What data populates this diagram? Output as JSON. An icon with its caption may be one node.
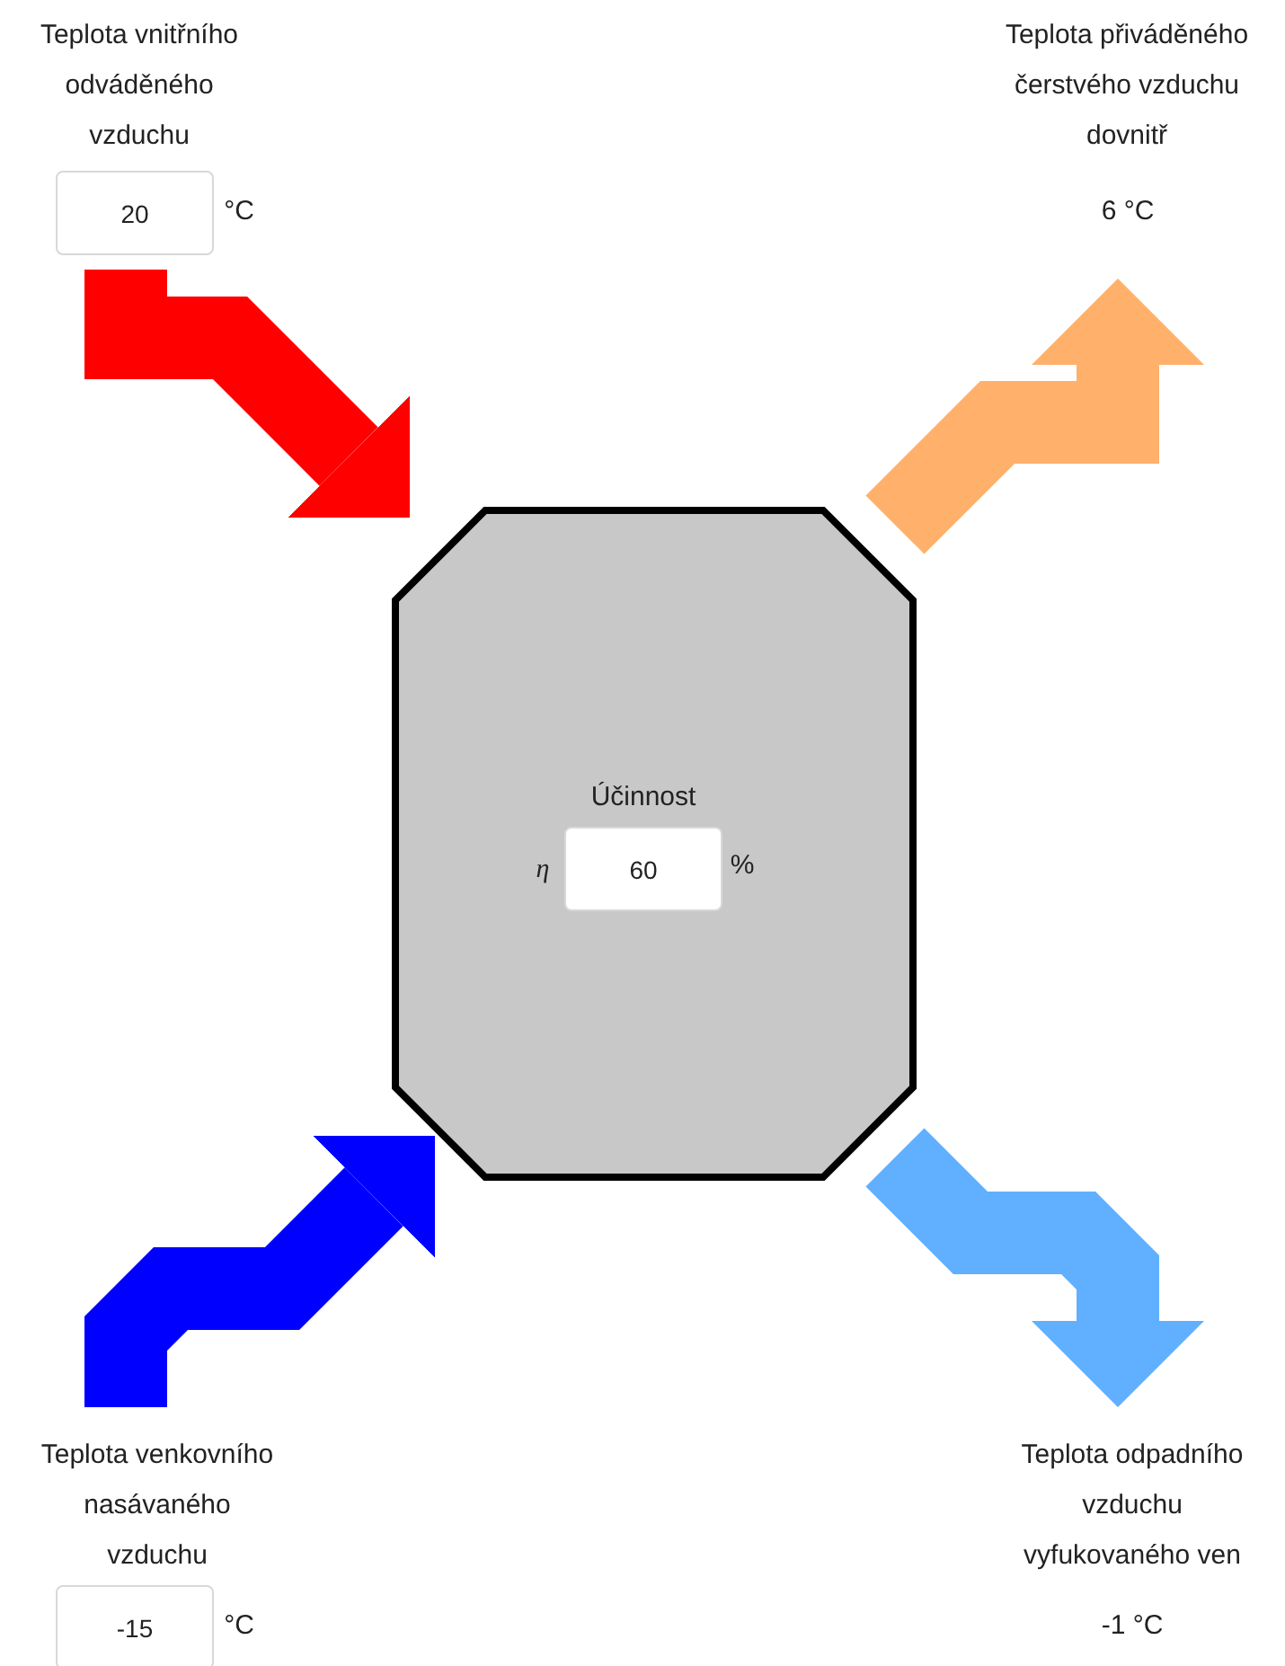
{
  "diagram": {
    "nodes": [
      {
        "text": [
          "Teplota vnitřního odváděného vzduchu",
          "20",
          "°C"
        ]
      },
      {
        "text": [
          "Teplota přiváděného čerstvého vzduchu dovnitř",
          "6 °C"
        ]
      },
      {
        "text": [
          "Účinnost",
          "η",
          "60",
          "%"
        ]
      },
      {
        "text": [
          "Teplota venkovního nasávaného vzduchu",
          "-15",
          "°C"
        ]
      },
      {
        "text": [
          "Teplota odpadního vzduchu vyfukovaného ven",
          "-1 °C"
        ]
      }
    ],
    "edges": [
      {
        "from": 0,
        "to": 2,
        "arrow": "to",
        "color": "#ff0000"
      },
      {
        "from": 2,
        "to": 1,
        "arrow": "to",
        "color": "#ffb06a"
      },
      {
        "from": 3,
        "to": 2,
        "arrow": "to",
        "color": "#0000ff"
      },
      {
        "from": 2,
        "to": 4,
        "arrow": "to",
        "color": "#60b0ff"
      }
    ]
  }
}
